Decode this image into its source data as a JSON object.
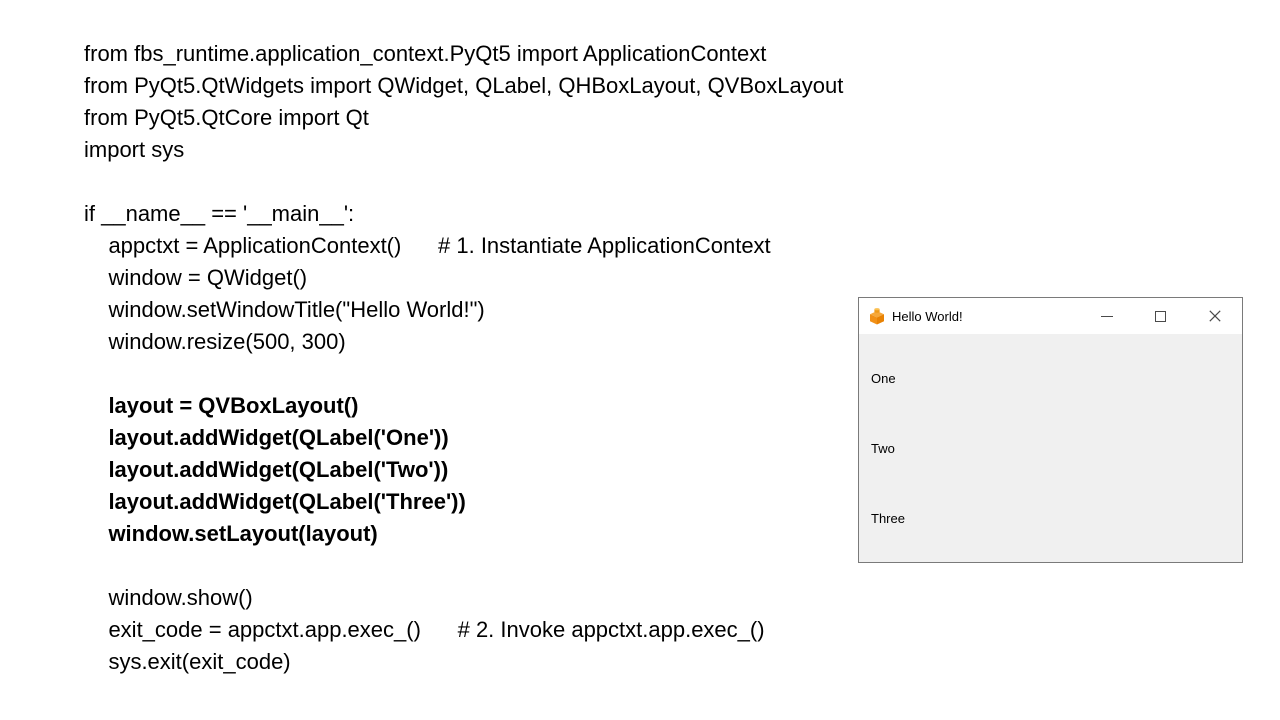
{
  "code": {
    "color": "#000000",
    "lines": [
      {
        "text": "from fbs_runtime.application_context.PyQt5 import ApplicationContext",
        "bold": false
      },
      {
        "text": "from PyQt5.QtWidgets import QWidget, QLabel, QHBoxLayout, QVBoxLayout",
        "bold": false
      },
      {
        "text": "from PyQt5.QtCore import Qt",
        "bold": false
      },
      {
        "text": "import sys",
        "bold": false
      },
      {
        "text": "",
        "bold": false
      },
      {
        "text": "if __name__ == '__main__':",
        "bold": false
      },
      {
        "text": "    appctxt = ApplicationContext()      # 1. Instantiate ApplicationContext",
        "bold": false
      },
      {
        "text": "    window = QWidget()",
        "bold": false
      },
      {
        "text": "    window.setWindowTitle(\"Hello World!\")",
        "bold": false
      },
      {
        "text": "    window.resize(500, 300)",
        "bold": false
      },
      {
        "text": "",
        "bold": false
      },
      {
        "text": "    layout = QVBoxLayout()",
        "bold": true
      },
      {
        "text": "    layout.addWidget(QLabel('One'))",
        "bold": true
      },
      {
        "text": "    layout.addWidget(QLabel('Two'))",
        "bold": true
      },
      {
        "text": "    layout.addWidget(QLabel('Three'))",
        "bold": true
      },
      {
        "text": "    window.setLayout(layout)",
        "bold": true
      },
      {
        "text": "",
        "bold": false
      },
      {
        "text": "    window.show()",
        "bold": false
      },
      {
        "text": "    exit_code = appctxt.app.exec_()      # 2. Invoke appctxt.app.exec_()",
        "bold": false
      },
      {
        "text": "    sys.exit(exit_code)",
        "bold": false
      }
    ]
  },
  "app_window": {
    "title": "Hello World!",
    "labels": [
      "One",
      "Two",
      "Three"
    ],
    "icons": {
      "app_icon": "orange-brick-icon",
      "minimize": "minimize-icon",
      "maximize": "maximize-icon",
      "close": "close-icon"
    },
    "colors": {
      "titlebar_bg": "#ffffff",
      "body_bg": "#f0f0f0",
      "border": "#7a7a7a",
      "control_glyph": "#4a4a4a",
      "icon_orange_top": "#f6a83a",
      "icon_orange_front": "#f19016",
      "icon_orange_side": "#e88204",
      "icon_orange_stud": "#fbbf4f"
    }
  }
}
